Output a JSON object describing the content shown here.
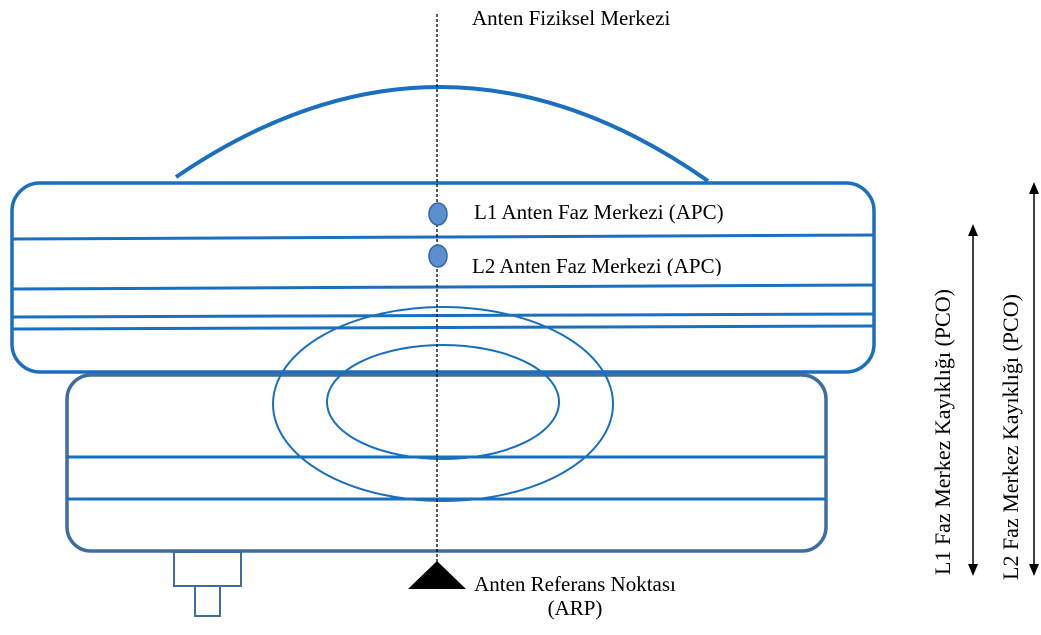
{
  "labels": {
    "physical_center": "Anten Fiziksel Merkezi",
    "l1_apc": "L1 Anten Faz Merkezi (APC)",
    "l2_apc": "L2 Anten Faz Merkezi (APC)",
    "arp_line1": "Anten Referans Noktası",
    "arp_line2": "(ARP)",
    "l1_pco": "L1 Faz Merkez Kayıklığı (PCO)",
    "l2_pco": "L2 Faz Merkez Kayıklığı (PCO)"
  },
  "colors": {
    "antenna_outline": "#1a6fbf",
    "base_outline": "#3f6da0",
    "phase_center_dot": "#5b8fd0",
    "arp_marker": "#000000",
    "text": "#000000"
  }
}
